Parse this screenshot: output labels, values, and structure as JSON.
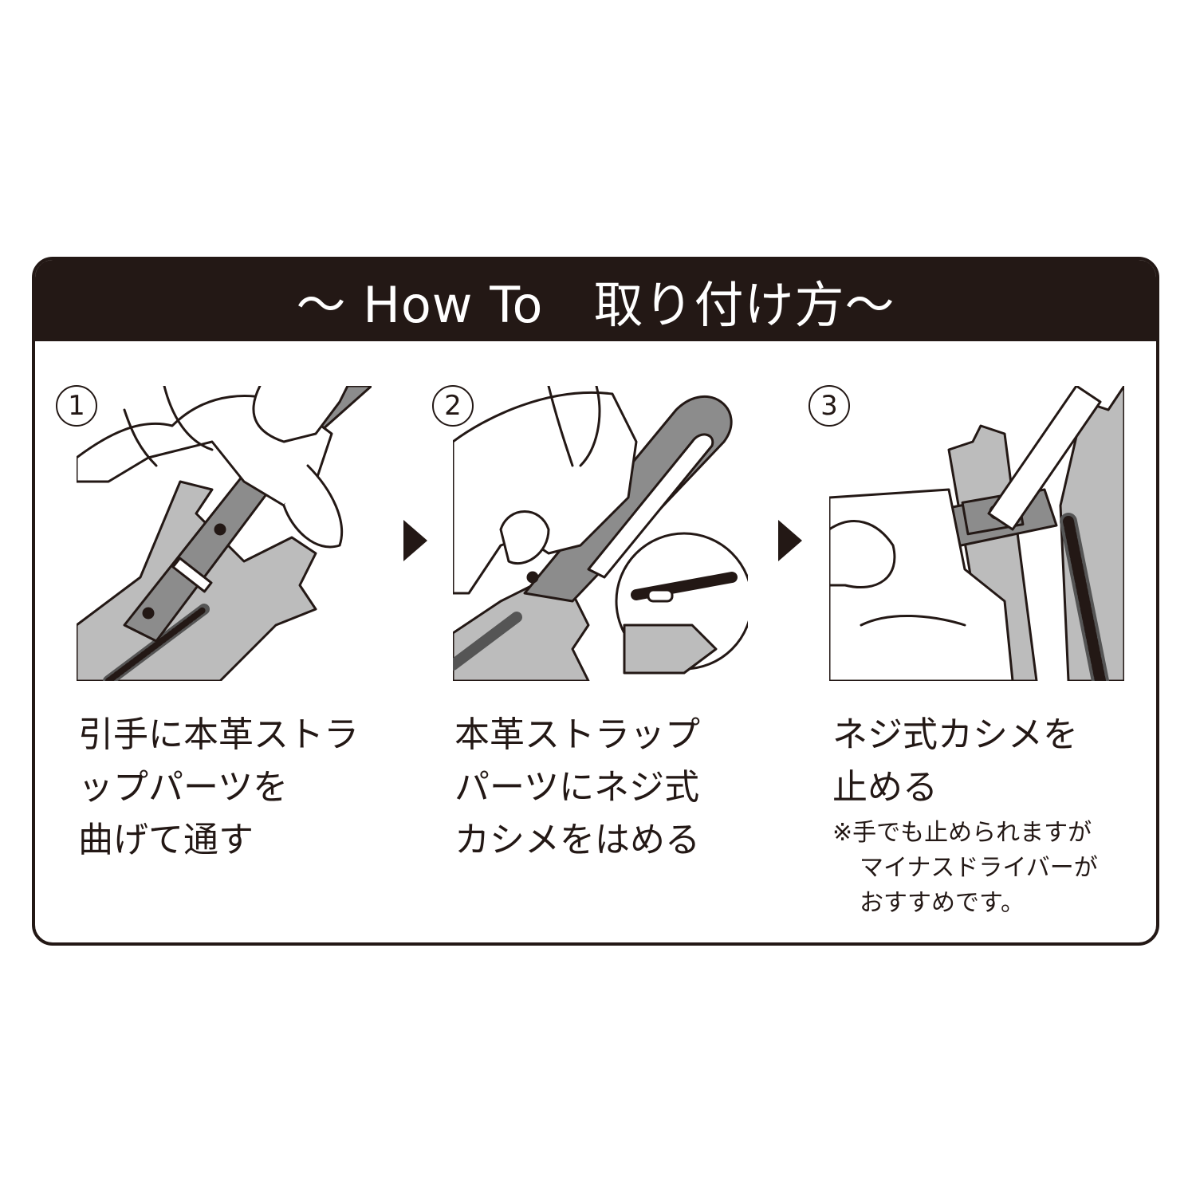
{
  "title": "～ How To　取り付け方～",
  "colors": {
    "ink": "#231815",
    "gray": "#bcbcbc",
    "strap": "#8c8c8c"
  },
  "steps": [
    {
      "number": "1",
      "lines": [
        "引手に本革ストラ",
        "ップパーツを",
        "曲げて通す"
      ]
    },
    {
      "number": "2",
      "lines": [
        "本革ストラップ",
        "パーツにネジ式",
        "カシメをはめる"
      ]
    },
    {
      "number": "3",
      "lines": [
        "ネジ式カシメを",
        "止める"
      ],
      "note": [
        "※手でも止められますが",
        "マイナスドライバーが",
        "おすすめです。"
      ]
    }
  ],
  "icons": {
    "step_arrow": "triangle-right-icon"
  }
}
